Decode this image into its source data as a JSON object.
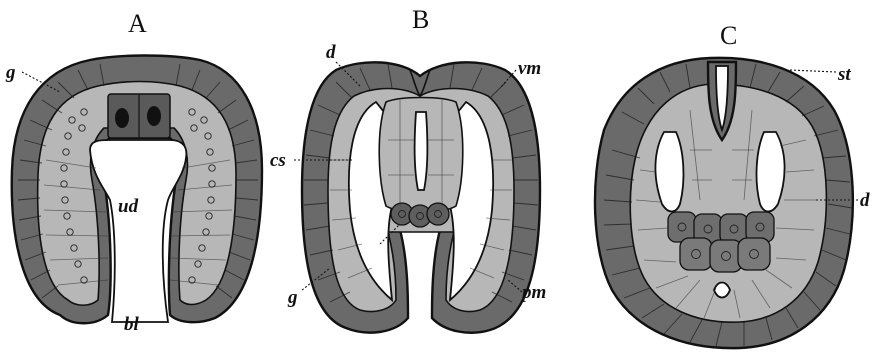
{
  "panels": {
    "a": {
      "letter": "A",
      "labels": {
        "g": "g",
        "ud": "ud",
        "bl": "bl"
      }
    },
    "b": {
      "letter": "B",
      "labels": {
        "d": "d",
        "vm": "vm",
        "cs": "cs",
        "g": "g",
        "pm": "pm"
      }
    },
    "c": {
      "letter": "C",
      "labels": {
        "st": "st",
        "d": "d"
      }
    }
  }
}
